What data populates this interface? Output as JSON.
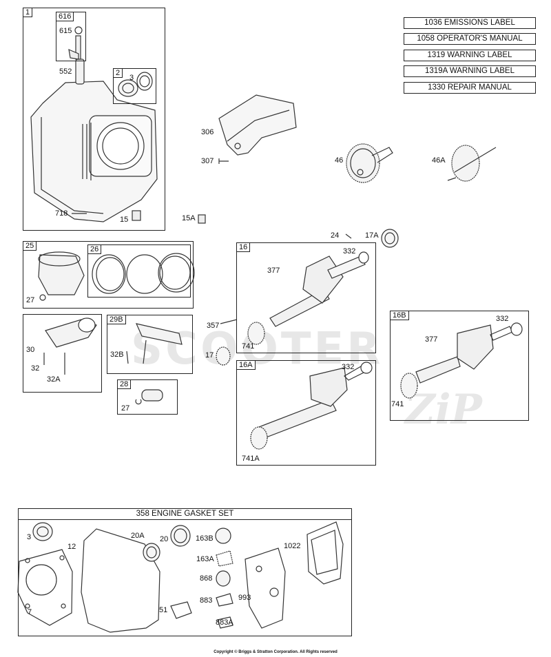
{
  "documents": [
    "1036 EMISSIONS LABEL",
    "1058 OPERATOR'S MANUAL",
    "1319 WARNING LABEL",
    "1319A WARNING LABEL",
    "1330 REPAIR MANUAL"
  ],
  "watermark": {
    "main": "SCOOTER",
    "script": "ZiP"
  },
  "groups": {
    "g1": "1",
    "g616": "616",
    "g2": "2",
    "g25": "25",
    "g26": "26",
    "g29B": "29B",
    "g28": "28",
    "g16": "16",
    "g16A": "16A",
    "g16B": "16B"
  },
  "parts": {
    "p615": "615",
    "p552": "552",
    "p3": "3",
    "p718": "718",
    "p15": "15",
    "p306": "306",
    "p307": "307",
    "p46": "46",
    "p46A": "46A",
    "p15A": "15A",
    "p24": "24",
    "p17A": "17A",
    "p332a": "332",
    "p377a": "377",
    "p27a": "27",
    "p30": "30",
    "p32": "32",
    "p32A": "32A",
    "p32B": "32B",
    "p27b": "27",
    "p357": "357",
    "p17": "17",
    "p741": "741",
    "p332b": "332",
    "p741A": "741A",
    "p332c": "332",
    "p377b": "377",
    "p741b": "741"
  },
  "gasket_kit": {
    "title": "358 ENGINE GASKET SET",
    "parts": {
      "k3": "3",
      "k12": "12",
      "k20A": "20A",
      "k20": "20",
      "k163B": "163B",
      "k1022": "1022",
      "k163A": "163A",
      "k868": "868",
      "k883": "883",
      "k993": "993",
      "k7": "7",
      "k51": "51",
      "k883A": "883A"
    }
  },
  "copyright": "Copyright © Briggs & Stratton Corporation. All Rights reserved"
}
